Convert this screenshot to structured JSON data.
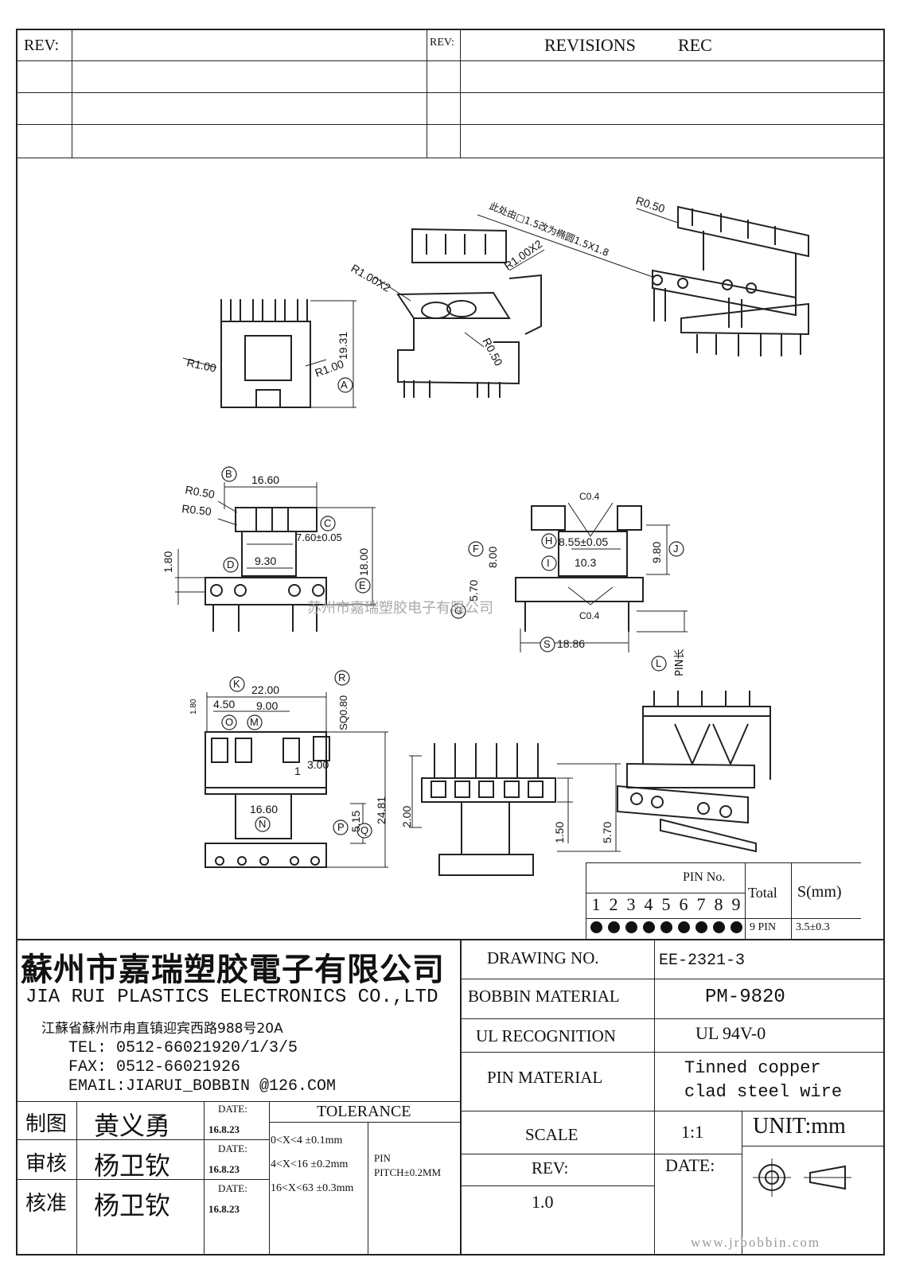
{
  "revisions": {
    "rev_left_label": "REV:",
    "rev_right_label": "REV:",
    "header_revisions": "REVISIONS",
    "header_rec": "REC"
  },
  "drawing_labels": {
    "dim_19_31": "19.31",
    "r1_00_left": "R1.00",
    "r1_00_right": "R1.00",
    "circle_a": "A",
    "r1_00x2_left": "R1.00X2",
    "r1_00x2_right": "R1.00X2",
    "r0_50_iso": "R0.50",
    "note_ellipse": "此处由□1.5改为椭圆1.5X1.8",
    "r0_50_top": "R0.50",
    "circle_b": "B",
    "dim_16_60_top": "16.60",
    "r0_50_a": "R0.50",
    "r0_50_b": "R0.50",
    "circle_c": "C",
    "dim_7_60": "7.60±0.05",
    "dim_1_80": "1.80",
    "circle_d": "D",
    "dim_9_30": "9.30",
    "dim_18_00": "18.00",
    "circle_e": "E",
    "c0_4_top": "C0.4",
    "circle_f": "F",
    "dim_8_00": "8.00",
    "circle_h": "H",
    "dim_8_55": "8.55±0.05",
    "circle_i": "I",
    "dim_10_3": "10.3",
    "dim_9_80": "9.80",
    "circle_j": "J",
    "dim_5_70_side": "5.70",
    "circle_g": "G",
    "c0_4_bottom": "C0.4",
    "circle_s": "S",
    "dim_18_86": "18.86",
    "circle_l": "L",
    "pin_length": "PIN长",
    "circle_k": "K",
    "dim_22_00": "22.00",
    "circle_r": "R",
    "sq0_80": "SQ0.80",
    "dim_1_80_b": "1.80",
    "dim_4_50": "4.50",
    "dim_9_00": "9.00",
    "circle_o": "O",
    "circle_m": "M",
    "dim_3_00": "3.00",
    "pin1_marker": "1",
    "dim_16_60_bottom": "16.60",
    "circle_n": "N",
    "circle_p": "P",
    "dim_5_15": "5.15",
    "circle_q": "Q",
    "dim_24_81": "24.81",
    "dim_2_00": "2.00",
    "dim_1_50": "1.50",
    "dim_5_70": "5.70"
  },
  "watermark_line": "苏州市嘉瑞塑胶电子有限公司",
  "pin_table": {
    "title": "PIN No.",
    "total_label": "Total",
    "s_label": "S(mm)",
    "pins": [
      "1",
      "2",
      "3",
      "4",
      "5",
      "6",
      "7",
      "8",
      "9"
    ],
    "total_value": "9 PIN",
    "s_value": "3.5±0.3"
  },
  "company": {
    "name_cn": "蘇州市嘉瑞塑胶電子有限公司",
    "name_en": "JIA RUI PLASTICS ELECTRONICS CO.,LTD",
    "address": "江蘇省蘇州市甪直镇迎宾西路988号20A",
    "tel": "TEL: 0512-66021920/1/3/5",
    "fax": "FAX: 0512-66021926",
    "email": "EMAIL:JIARUI_BOBBIN @126.COM"
  },
  "info": {
    "drawing_no_label": "DRAWING  NO.",
    "drawing_no_value": "EE-2321-3",
    "bobbin_material_label": "BOBBIN  MATERIAL",
    "bobbin_material_value": "PM-9820",
    "ul_label": "UL RECOGNITION",
    "ul_value": "UL 94V-0",
    "pin_material_label": "PIN MATERIAL",
    "pin_material_value_1": "Tinned copper",
    "pin_material_value_2": "clad steel wire",
    "scale_label": "SCALE",
    "scale_value": "1:1",
    "unit_label": "UNIT:mm",
    "rev_label": "REV:",
    "rev_value": "1.0",
    "date_label": "DATE:"
  },
  "signoff": {
    "rows": [
      {
        "role": "制图",
        "name": "黄义勇",
        "date_label": "DATE:",
        "date": "16.8.23"
      },
      {
        "role": "审核",
        "name": "杨卫钦",
        "date_label": "DATE:",
        "date": "16.8.23"
      },
      {
        "role": "核准",
        "name": "杨卫钦",
        "date_label": "DATE:",
        "date": "16.8.23"
      }
    ]
  },
  "tolerance": {
    "title": "TOLERANCE",
    "rows": [
      "0<X<4  ±0.1mm",
      "4<X<16 ±0.2mm",
      "16<X<63 ±0.3mm"
    ],
    "pin_label": "PIN",
    "pin_pitch": "PITCH±0.2MM"
  },
  "watermark_url": "www.jrbobbin.com"
}
